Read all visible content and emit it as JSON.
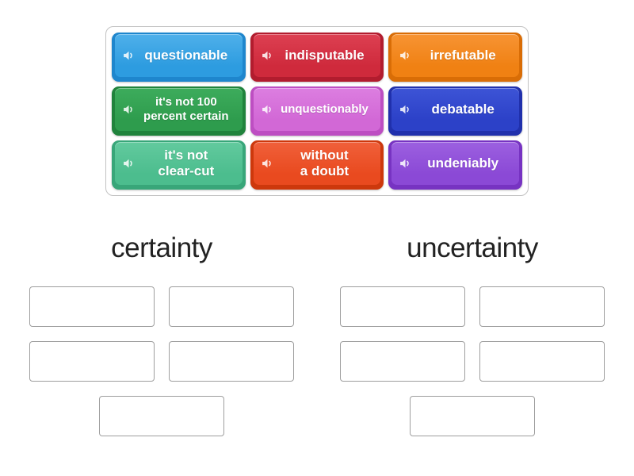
{
  "tray": {
    "tiles": [
      {
        "label": "questionable",
        "icon": "speaker-icon",
        "color_light": "#4fb0ea",
        "color_main": "#2d9ce0",
        "color_dark": "#1e86cd"
      },
      {
        "label": "indisputable",
        "icon": "speaker-icon",
        "color_light": "#dd4052",
        "color_main": "#cf2a3c",
        "color_dark": "#b21c2e"
      },
      {
        "label": "irrefutable",
        "icon": "speaker-icon",
        "color_light": "#f79434",
        "color_main": "#f08113",
        "color_dark": "#d96d06"
      },
      {
        "label": "it's not 100\npercent certain",
        "icon": "speaker-icon",
        "color_light": "#3dac5c",
        "color_main": "#2e9c4d",
        "color_dark": "#20833c"
      },
      {
        "label": "unquestionably",
        "icon": "speaker-icon",
        "color_light": "#dc7ee0",
        "color_main": "#d268d6",
        "color_dark": "#bd4ec2"
      },
      {
        "label": "debatable",
        "icon": "speaker-icon",
        "color_light": "#3d54d6",
        "color_main": "#2c41c8",
        "color_dark": "#2030ac"
      },
      {
        "label": "it's not\nclear-cut",
        "icon": "speaker-icon",
        "color_light": "#62ca9e",
        "color_main": "#4cbd8e",
        "color_dark": "#38a679"
      },
      {
        "label": "without\na doubt",
        "icon": "speaker-icon",
        "color_light": "#f0603a",
        "color_main": "#e94a1f",
        "color_dark": "#cd380c"
      },
      {
        "label": "undeniably",
        "icon": "speaker-icon",
        "color_light": "#9c60e0",
        "color_main": "#8b49d6",
        "color_dark": "#7733c2"
      }
    ]
  },
  "groups": [
    {
      "title": "certainty",
      "slot_count": 5
    },
    {
      "title": "uncertainty",
      "slot_count": 5
    }
  ],
  "colors": {
    "page_background": "#ffffff",
    "tray_border": "#c2c2c2",
    "slot_border": "#9e9e9e",
    "title_text": "#222222",
    "tile_text": "#ffffff"
  }
}
